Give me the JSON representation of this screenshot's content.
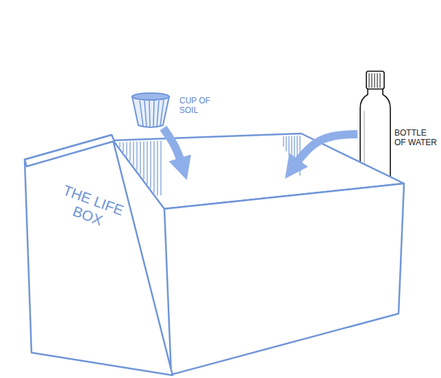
{
  "diagram": {
    "nodes": [
      {
        "text": [
          "CUP OF SOIL"
        ]
      },
      {
        "text": [
          "BOTTLE OF WATER"
        ]
      },
      {
        "text": [
          "THE LIFE BOX"
        ]
      }
    ],
    "edges": [
      {
        "from": 0,
        "to": 2,
        "arrow": "to"
      },
      {
        "from": 1,
        "to": 2,
        "arrow": "to"
      }
    ]
  }
}
